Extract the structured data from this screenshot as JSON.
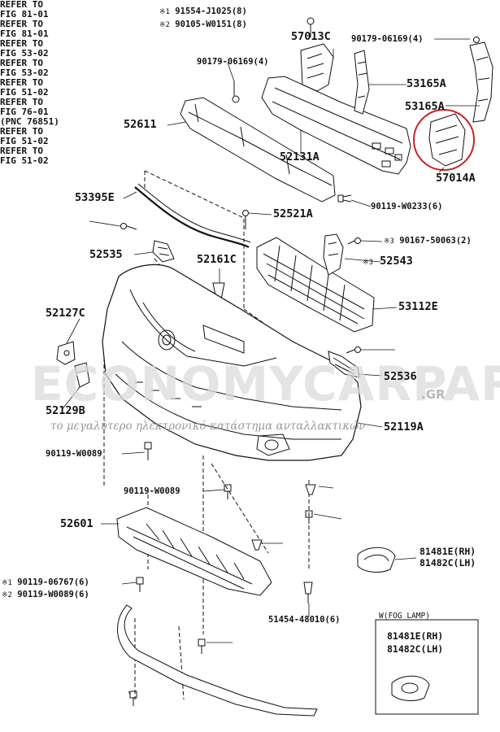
{
  "watermark": {
    "brand": "ECONOMYCARPARTS",
    "tld": ".GR",
    "tagline": "το μεγαλύτερο ηλεκτρονικό κατάστημα ανταλλακτικών"
  },
  "marks": {
    "m1": "※1",
    "m2": "※2",
    "m3": "※3"
  },
  "parts": {
    "p91554": "91554-J1025(8)",
    "p90105": "90105-W0151(8)",
    "p57013C": "57013C",
    "p90179_top_right": "90179-06169(4)",
    "p90179_left": "90179-06169(4)",
    "p53165A_1": "53165A",
    "p53165A_2": "53165A",
    "p52611": "52611",
    "p52131A": "52131A",
    "p57014A": "57014A",
    "p53395E": "53395E",
    "p90119_W0233": "90119-W0233(6)",
    "p52521A": "52521A",
    "p90167": "90167-50063(2)",
    "p52535": "52535",
    "p52161C": "52161C",
    "p52543": "52543",
    "p53112E": "53112E",
    "p52127C": "52127C",
    "p52536": "52536",
    "p52129B": "52129B",
    "p52119A": "52119A",
    "p90119_W0089_a": "90119-W0089",
    "p90119_W0089_b": "90119-W0089",
    "p52601": "52601",
    "p81481E_1": "81481E(RH)",
    "p81482C_1": "81482C(LH)",
    "p90119_06767": "90119-06767(6)",
    "p90119_W0089_c": "90119-W0089(6)",
    "p51454": "51454-48010(6)",
    "p81481E_2": "81481E(RH)",
    "p81482C_2": "81482C(LH)"
  },
  "refs": {
    "r81_a": [
      "REFER TO",
      "FIG 81-01"
    ],
    "r81_b": [
      "REFER TO",
      "FIG 81-01"
    ],
    "r53_a": [
      "REFER TO",
      "FIG 53-02"
    ],
    "r53_b": [
      "REFER TO",
      "FIG 53-02"
    ],
    "r51_a": [
      "REFER TO",
      "FIG 51-02"
    ],
    "r76": [
      "REFER TO",
      "FIG 76-01",
      "(PNC 76851)"
    ],
    "r51_b": [
      "REFER TO",
      "FIG 51-02"
    ],
    "r51_c": [
      "REFER TO",
      "FIG 51-02"
    ]
  },
  "fog_box_title": "W(FOG LAMP)",
  "colors": {
    "ink": "#111111",
    "highlight": "#cc2020",
    "watermark": "#dcdcdc"
  }
}
